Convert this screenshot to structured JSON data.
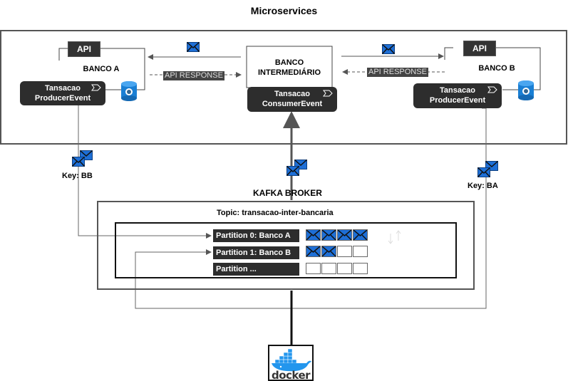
{
  "title": "Microservices",
  "banco_a": {
    "api": "API",
    "name": "BANCO A",
    "service_line1": "Tansacao",
    "service_line2": "ProducerEvent",
    "key": "Key: BB"
  },
  "banco_b": {
    "api": "API",
    "name": "BANCO B",
    "service_line1": "Tansacao",
    "service_line2": "ProducerEvent",
    "key": "Key: BA"
  },
  "intermediario": {
    "name_line1": "BANCO",
    "name_line2": "INTERMEDIÁRIO",
    "service_line1": "Tansacao",
    "service_line2": "ConsumerEvent"
  },
  "api_response_left": "API RESPONSE",
  "api_response_right": "API RESPONSE",
  "broker": {
    "label": "KAFKA BROKER",
    "topic": "Topic: transacao-inter-bancaria",
    "partitions": [
      {
        "label": "Partition 0: Banco A",
        "filled": 4,
        "slots": 4
      },
      {
        "label": "Partition 1: Banco B",
        "filled": 2,
        "slots": 4
      },
      {
        "label": "Partition ...",
        "filled": 0,
        "slots": 4
      }
    ]
  },
  "docker_label": "docker",
  "colors": {
    "dark": "#2d2d2d",
    "message_blue": "#1e6fd6",
    "docker_blue": "#2396ed",
    "postgres_blue": "#1a7fd4"
  }
}
